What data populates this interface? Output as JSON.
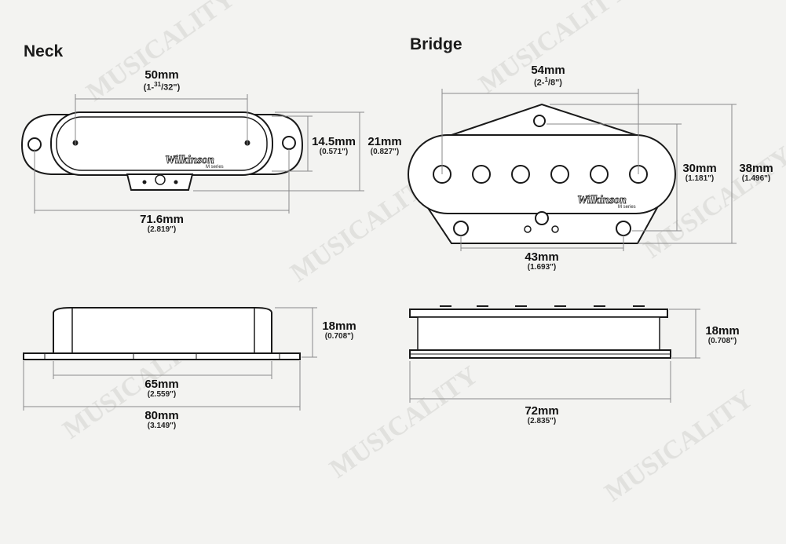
{
  "titles": {
    "neck": "Neck",
    "bridge": "Bridge"
  },
  "brand": {
    "logo_text": "Wilkinson",
    "series": "M series"
  },
  "watermark": "MUSICALITY",
  "dimensions": {
    "neck_width_top": {
      "mm": "50mm",
      "in_prefix": "(1-",
      "in_sup": "31",
      "in_sub": "/32",
      "in_suffix": "\")"
    },
    "neck_coil_height": {
      "mm": "14.5mm",
      "in": "(0.571\")"
    },
    "neck_total_height": {
      "mm": "21mm",
      "in": "(0.827\")"
    },
    "neck_total_length": {
      "mm": "71.6mm",
      "in": "(2.819\")"
    },
    "neck_side_height": {
      "mm": "18mm",
      "in": "(0.708\")"
    },
    "neck_side_inner": {
      "mm": "65mm",
      "in": "(2.559\")"
    },
    "neck_side_total": {
      "mm": "80mm",
      "in": "(3.149\")"
    },
    "bridge_width_top": {
      "mm": "54mm",
      "in_prefix": "(2-",
      "in_sup": "1",
      "in_sub": "/8",
      "in_suffix": "\")"
    },
    "bridge_coil_height": {
      "mm": "30mm",
      "in": "(1.181\")"
    },
    "bridge_total_height": {
      "mm": "38mm",
      "in": "(1.496\")"
    },
    "bridge_mount_spacing": {
      "mm": "43mm",
      "in": "(1.693\")"
    },
    "bridge_side_height": {
      "mm": "18mm",
      "in": "(0.708\")"
    },
    "bridge_side_total": {
      "mm": "72mm",
      "in": "(2.835\")"
    }
  },
  "colors": {
    "outline": "#1a1a1a",
    "dimline": "#8a8a8a",
    "fill": "#ffffff",
    "background": "#f3f3f1"
  }
}
